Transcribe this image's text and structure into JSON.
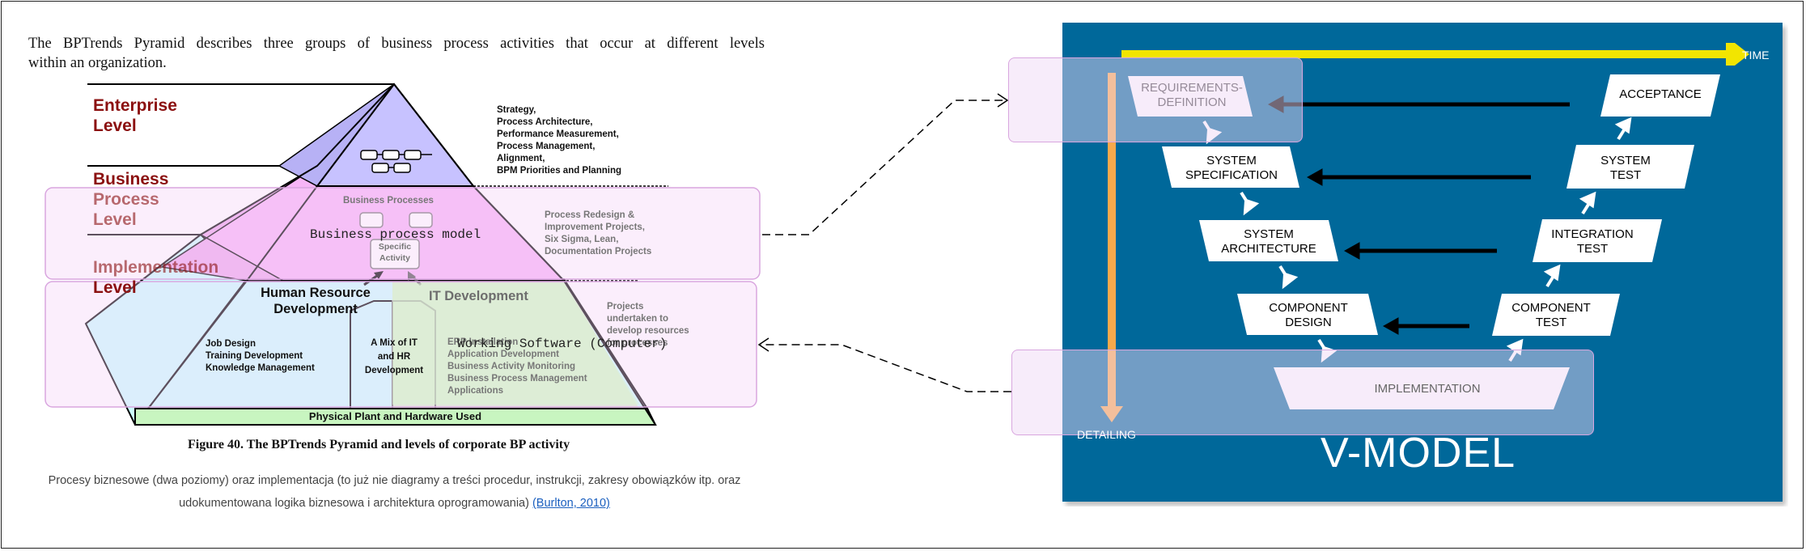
{
  "intro": {
    "line1": "The BPTrends Pyramid describes three groups of business process activities that occur at different levels",
    "line2": "within an organization."
  },
  "pyramid": {
    "levels": {
      "enterprise_1": "Enterprise",
      "enterprise_2": "Level",
      "business_1": "Business",
      "business_2": "Process",
      "business_3": "Level",
      "implementation_1": "Implementation",
      "implementation_2": "Level"
    },
    "enterprise_activities": [
      "Strategy,",
      "Process Architecture,",
      "Performance Measurement,",
      "Process Management,",
      "Alignment,",
      "BPM Priorities and Planning"
    ],
    "business_processes_label": "Business Processes",
    "specific_activity": [
      "Specific",
      "Activity"
    ],
    "business_activities": [
      "Process Redesign &",
      "Improvement Projects,",
      "Six Sigma, Lean,",
      "Documentation Projects"
    ],
    "hr_development": [
      "Human Resource",
      "Development"
    ],
    "it_development": "IT Development",
    "hr_items": [
      "Job Design",
      "Training Development",
      "Knowledge Management"
    ],
    "mix_label": [
      "A Mix of IT",
      "and HR",
      "Development"
    ],
    "it_items": [
      "ERP Installation",
      "Application Development",
      "Business Activity Monitoring",
      "Business Process Management",
      "Applications"
    ],
    "projects_note": [
      "Projects",
      "undertaken to",
      "develop resources",
      "for processes"
    ],
    "physical_plant": "Physical Plant and Hardware Used"
  },
  "overlays": {
    "business_process_model": "Business process model",
    "working_software": "Working Software (Computer)"
  },
  "caption": "Figure 40.  The BPTrends Pyramid and levels of corporate BP activity",
  "description": {
    "text": "Procesy biznesowe (dwa poziomy) oraz implementacja (to już nie diagramy a treści procedur, instrukcji, zakresy obowiązków itp. oraz udokumentowana logika biznesowa i architektura oprogramowania) ",
    "link": "(Burlton, 2010)"
  },
  "vmodel": {
    "time": "TIME",
    "detailing": "DETAILING",
    "title": "V-MODEL",
    "left_boxes": [
      [
        "REQUIREMENTS-",
        "DEFINITION"
      ],
      [
        "SYSTEM",
        "SPECIFICATION"
      ],
      [
        "SYSTEM",
        "ARCHITECTURE"
      ],
      [
        "COMPONENT",
        "DESIGN"
      ]
    ],
    "right_boxes": [
      [
        "ACCEPTANCE"
      ],
      [
        "SYSTEM",
        "TEST"
      ],
      [
        "INTEGRATION",
        "TEST"
      ],
      [
        "COMPONENT",
        "TEST"
      ]
    ],
    "implementation": "IMPLEMENTATION",
    "colors": {
      "background": "#00679a",
      "time_arrow": "#f2e500",
      "detailing_arrow": "#f7a94c"
    }
  }
}
